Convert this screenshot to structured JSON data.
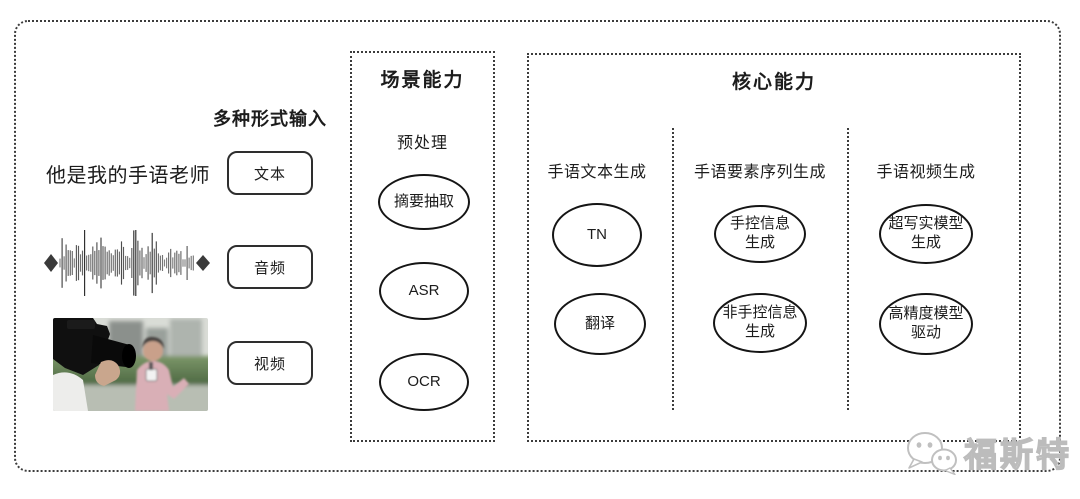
{
  "input_section": {
    "header": "多种形式输入",
    "sample_text": "他是我的手语老师",
    "items": [
      {
        "label": "文本"
      },
      {
        "label": "音频"
      },
      {
        "label": "视频"
      }
    ]
  },
  "scene_box": {
    "title": "场景能力",
    "subtitle": "预处理",
    "nodes": [
      {
        "label": "摘要抽取"
      },
      {
        "label": "ASR"
      },
      {
        "label": "OCR"
      }
    ]
  },
  "core_box": {
    "title": "核心能力",
    "columns": [
      {
        "header": "手语文本生成",
        "nodes": [
          {
            "label": "TN"
          },
          {
            "label": "翻译"
          }
        ]
      },
      {
        "header": "手语要素序列生成",
        "nodes": [
          {
            "label": "手控信息\n生成"
          },
          {
            "label": "非手控信息\n生成"
          }
        ]
      },
      {
        "header": "手语视频生成",
        "nodes": [
          {
            "label": "超写实模型\n生成"
          },
          {
            "label": "高精度模型\n驱动"
          }
        ]
      }
    ]
  },
  "watermark": {
    "text": "福斯特"
  },
  "colors": {
    "line": "#3c3c3c",
    "node_border": "#151515",
    "text": "#1c1c1c",
    "watermark_gray": "#bcbcbc"
  }
}
